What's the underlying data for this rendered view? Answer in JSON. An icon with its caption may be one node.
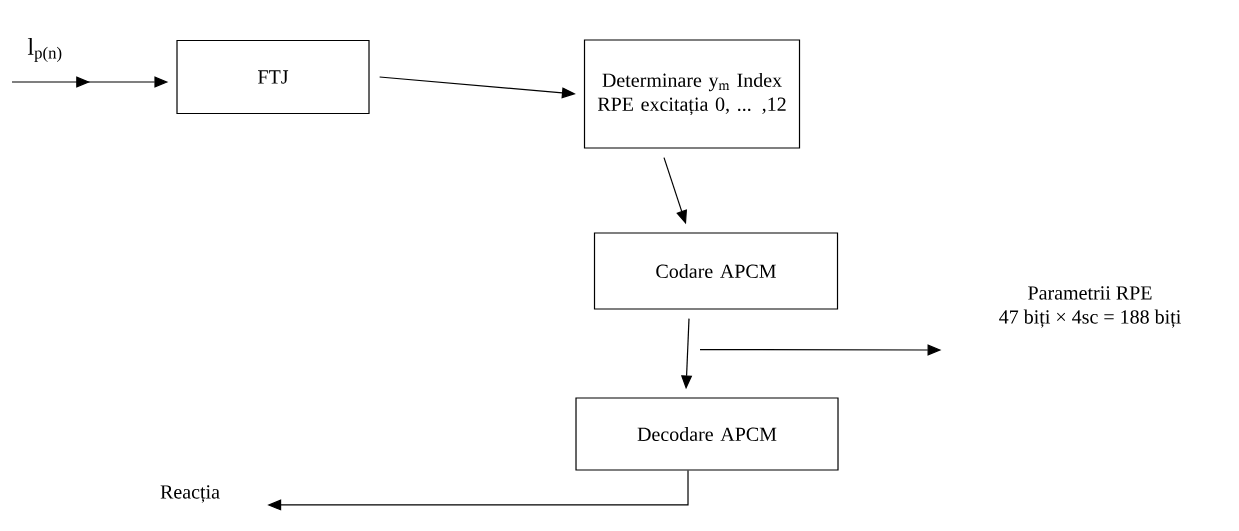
{
  "diagram": {
    "nodes": [
      {
        "text": [
          "FTJ"
        ]
      },
      {
        "text": [
          "Determinare y$_{m}$ Index RPE excitația 0, ... ,12"
        ]
      },
      {
        "text": [
          "Codare APCM"
        ]
      },
      {
        "text": [
          "Decodare APCM"
        ]
      },
      {
        "text": [
          "Parametrii RPE",
          "47 biți × 4sc = 188 biți"
        ]
      },
      {
        "text": [
          "Reacția"
        ]
      }
    ],
    "edges": [
      {
        "from": null,
        "to": 0,
        "arrow": "to",
        "label": "l$_{p(n)}$"
      },
      {
        "from": 0,
        "to": 1,
        "arrow": "to"
      },
      {
        "from": 1,
        "to": 2,
        "arrow": "to"
      },
      {
        "from": 2,
        "to": 3,
        "arrow": "to"
      },
      {
        "from": 2,
        "to": 4,
        "arrow": "to"
      },
      {
        "from": 3,
        "to": 5,
        "arrow": "to"
      }
    ]
  }
}
